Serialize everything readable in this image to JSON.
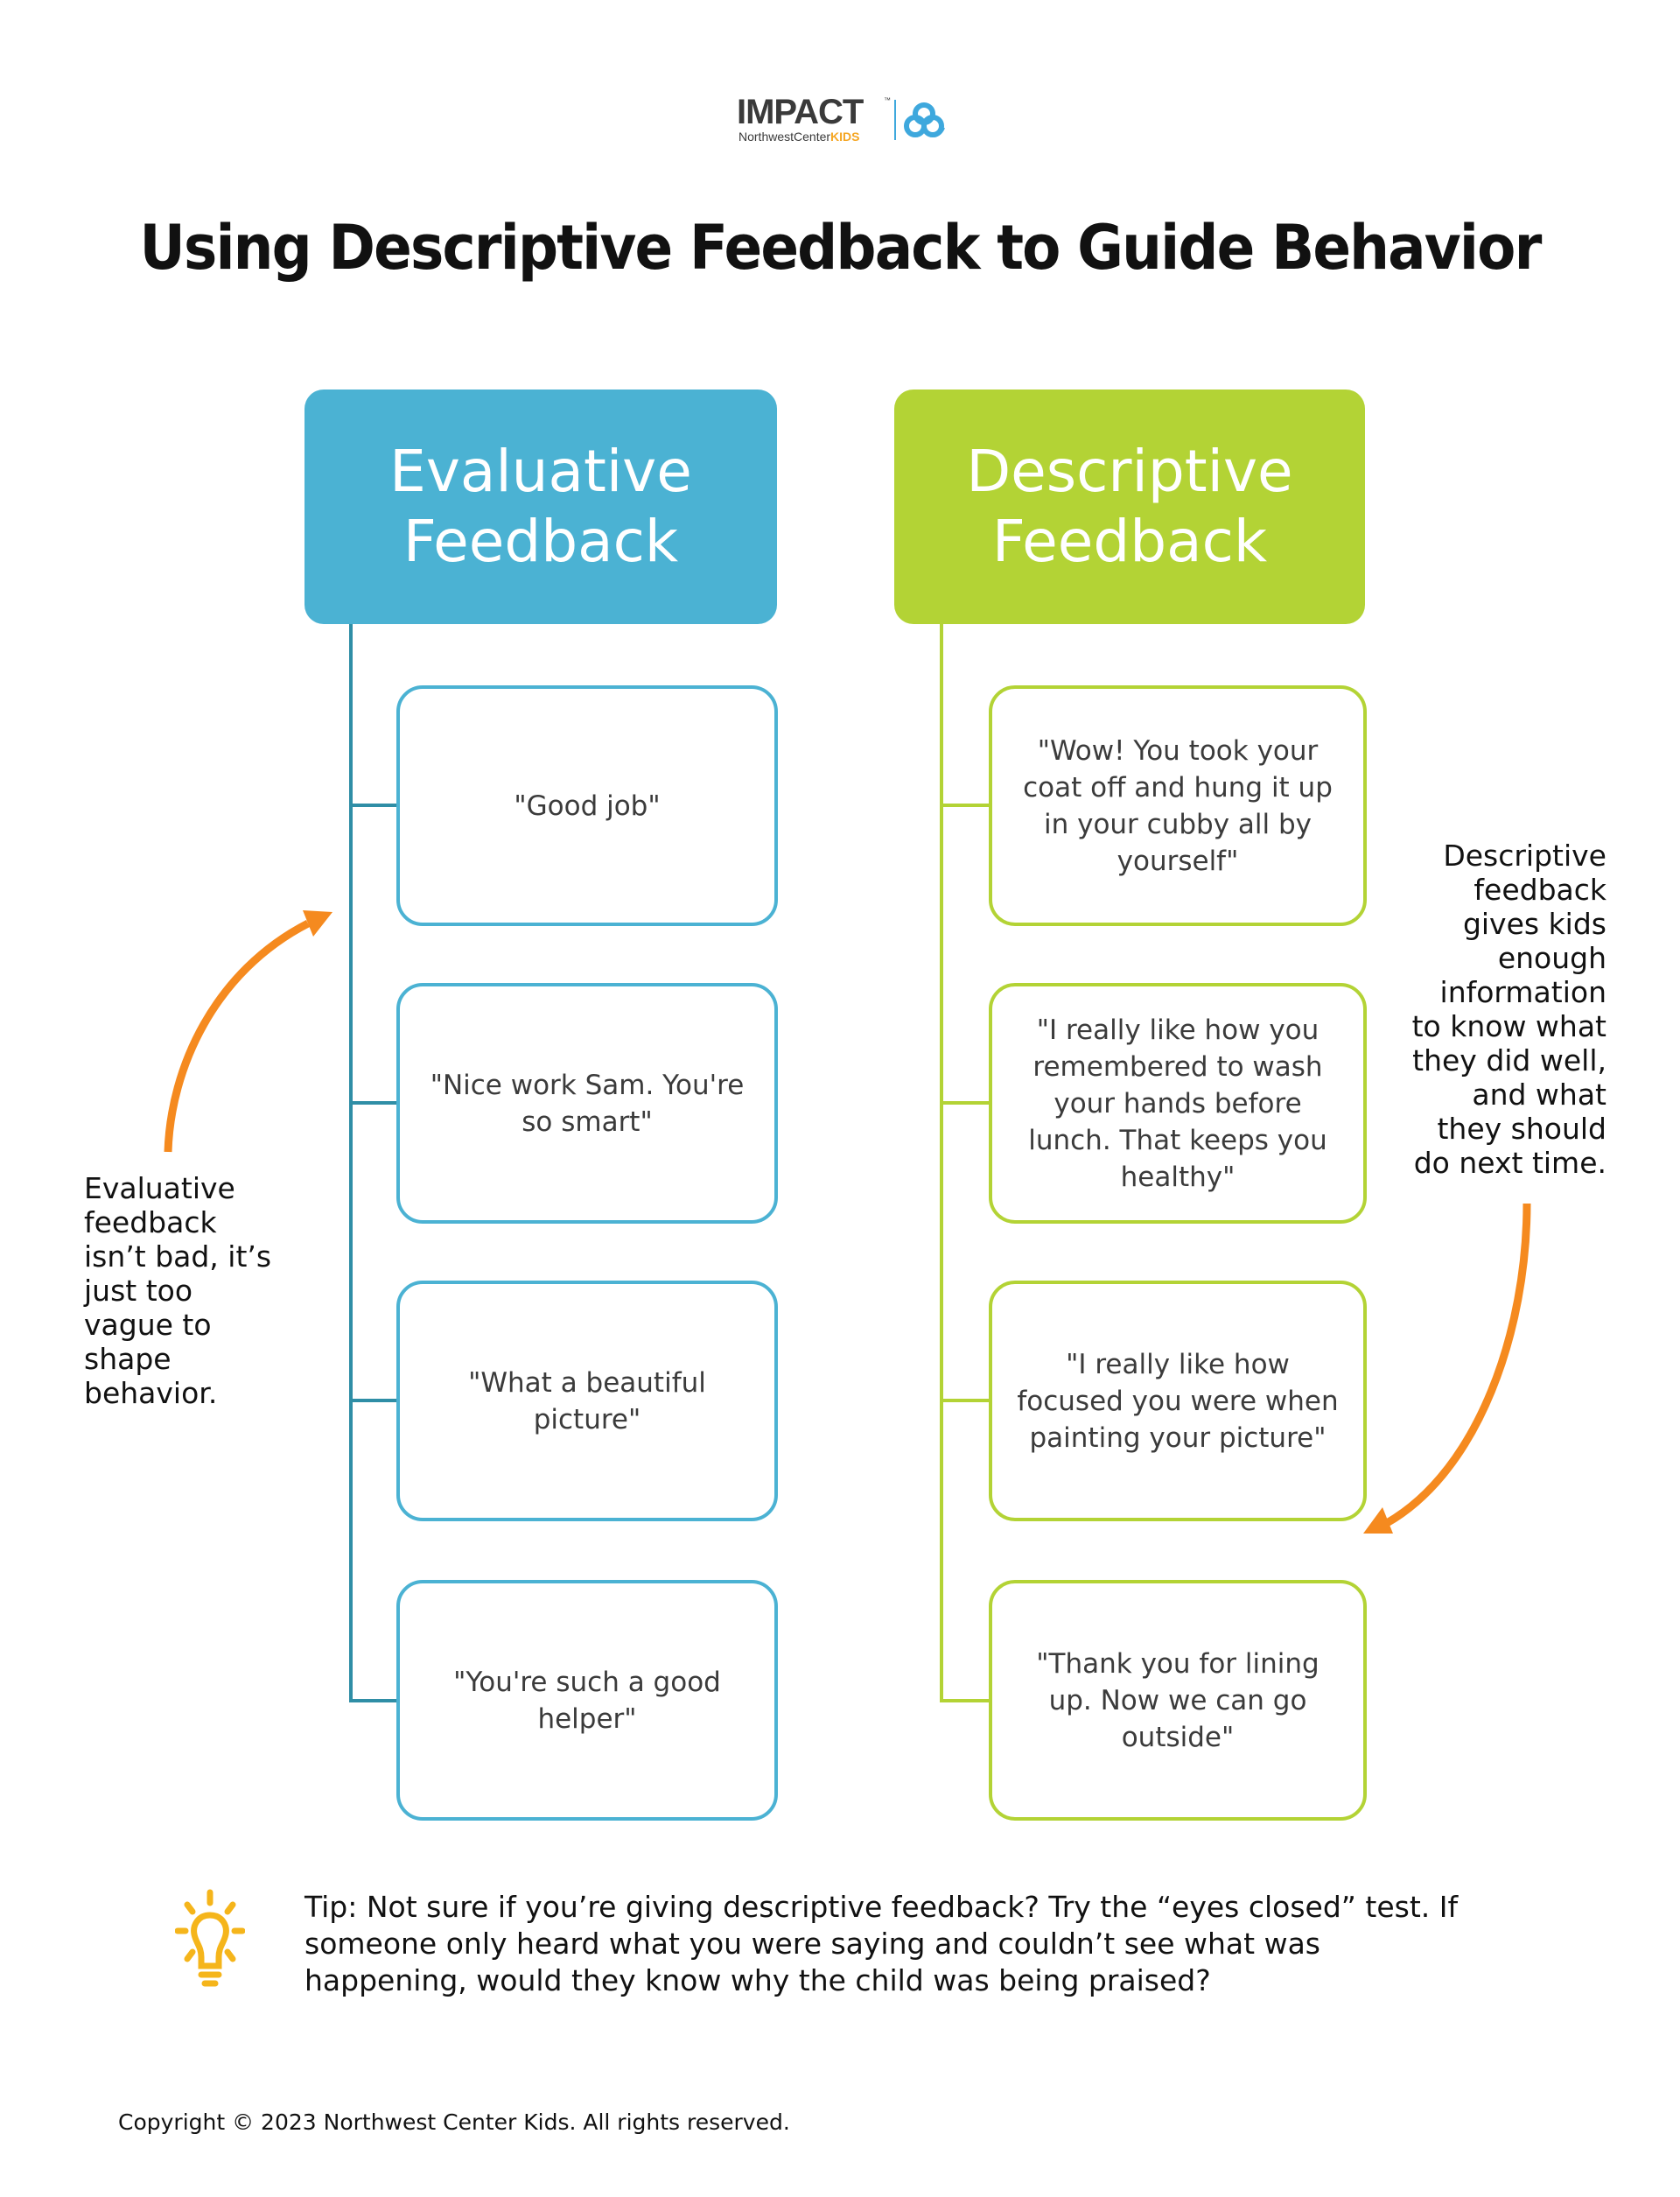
{
  "logo": {
    "wordmark": "IMPACT",
    "trademark": "™",
    "org_prefix": "NorthwestCenter",
    "org_suffix": "KIDS",
    "brand_color": "#3ea8dd",
    "accent_color": "#f5a623"
  },
  "title": "Using Descriptive Feedback to Guide Behavior",
  "columns": {
    "evaluative": {
      "header": "Evaluative\nFeedback",
      "color": "#4bb2d3",
      "line_color": "#2f8ea6",
      "examples": [
        "\"Good job\"",
        "\"Nice work Sam. You're so smart\"",
        "\"What a beautiful picture\"",
        "\"You're such a good helper\""
      ]
    },
    "descriptive": {
      "header": "Descriptive\nFeedback",
      "color": "#b3d335",
      "line_color": "#b3d335",
      "examples": [
        "\"Wow! You took your coat off and hung it up in your cubby all by yourself\"",
        "\"I really like how you remembered to wash your hands before lunch. That keeps you healthy\"",
        "\"I really like how focused you were when painting your picture\"",
        "\"Thank you for lining up. Now we can go outside\""
      ]
    }
  },
  "annotations": {
    "left": "Evaluative\nfeedback\nisn’t bad, it’s\njust too\nvague to\nshape\nbehavior.",
    "right": "Descriptive\nfeedback\ngives kids\nenough\ninformation\nto know what\nthey did well,\nand what\nthey should\ndo next time.",
    "arrow_color": "#f58a1f"
  },
  "tip": {
    "icon": "lightbulb-icon",
    "icon_color": "#f5b51b",
    "text": "Tip: Not sure if you’re giving descriptive feedback? Try the “eyes closed” test. If\nsomeone only heard what you were saying and couldn’t see what was\nhappening, would they know why the child was being praised?"
  },
  "copyright": "Copyright © 2023 Northwest Center Kids. All rights reserved."
}
